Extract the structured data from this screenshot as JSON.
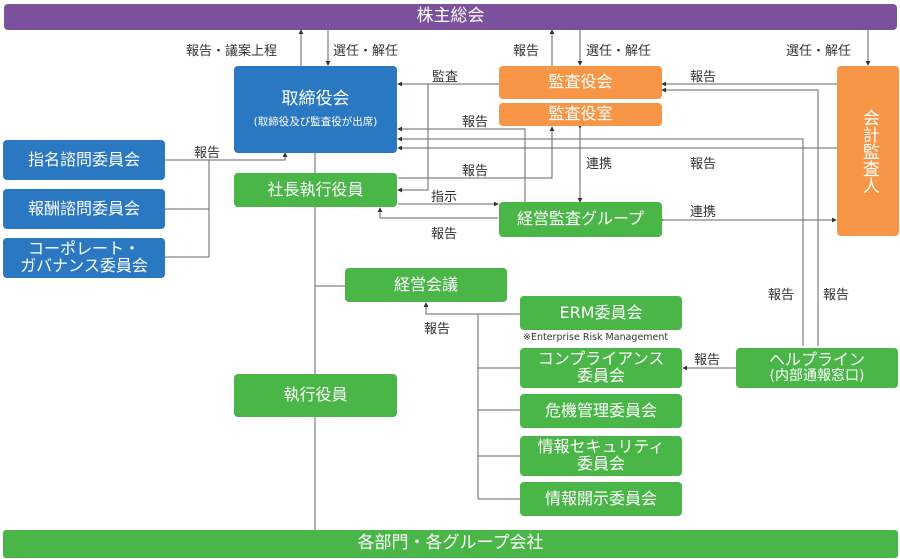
{
  "nodes": {
    "shareholders_meeting": "株主総会",
    "board": {
      "title": "取締役会",
      "subtitle": "(取締役及び監査役が出席)"
    },
    "audit_board": "監査役会",
    "audit_office": "監査役室",
    "accounting_auditor": "会計監査人",
    "nomination_committee": "指名諮問委員会",
    "compensation_committee": "報酬諮問委員会",
    "cg_committee": {
      "line1": "コーポレート・",
      "line2": "ガバナンス委員会"
    },
    "president": "社長執行役員",
    "mgmt_audit_group": "経営監査グループ",
    "mgmt_meeting": "経営会議",
    "erm_committee": "ERM委員会",
    "erm_note": "※Enterprise Risk Management",
    "compliance_committee": {
      "line1": "コンプライアンス",
      "line2": "委員会"
    },
    "crisis_committee": "危機管理委員会",
    "infosec_committee": {
      "line1": "情報セキュリティ",
      "line2": "委員会"
    },
    "disclosure_committee": "情報開示委員会",
    "executive_officers": "執行役員",
    "helpline": {
      "line1": "ヘルプライン",
      "line2": "(内部通報窓口)"
    },
    "departments": "各部門・各グループ会社"
  },
  "labels": {
    "report_proposal": "報告・議案上程",
    "elect_dismiss_board": "選任・解任",
    "report_audit_board": "報告",
    "elect_dismiss_audit": "選任・解任",
    "elect_dismiss_accounting": "選任・解任",
    "audit": "監査",
    "report_acct_to_audit": "報告",
    "report_office": "報告",
    "report_committees": "報告",
    "report_president_office": "報告",
    "collab_office_group": "連携",
    "report_acct_board": "報告",
    "instruct": "指示",
    "report_group_president": "報告",
    "collab_group_acct": "連携",
    "report_helpline_1": "報告",
    "report_helpline_2": "報告",
    "report_to_mgmt_meeting": "報告",
    "report_helpline_compliance": "報告"
  }
}
